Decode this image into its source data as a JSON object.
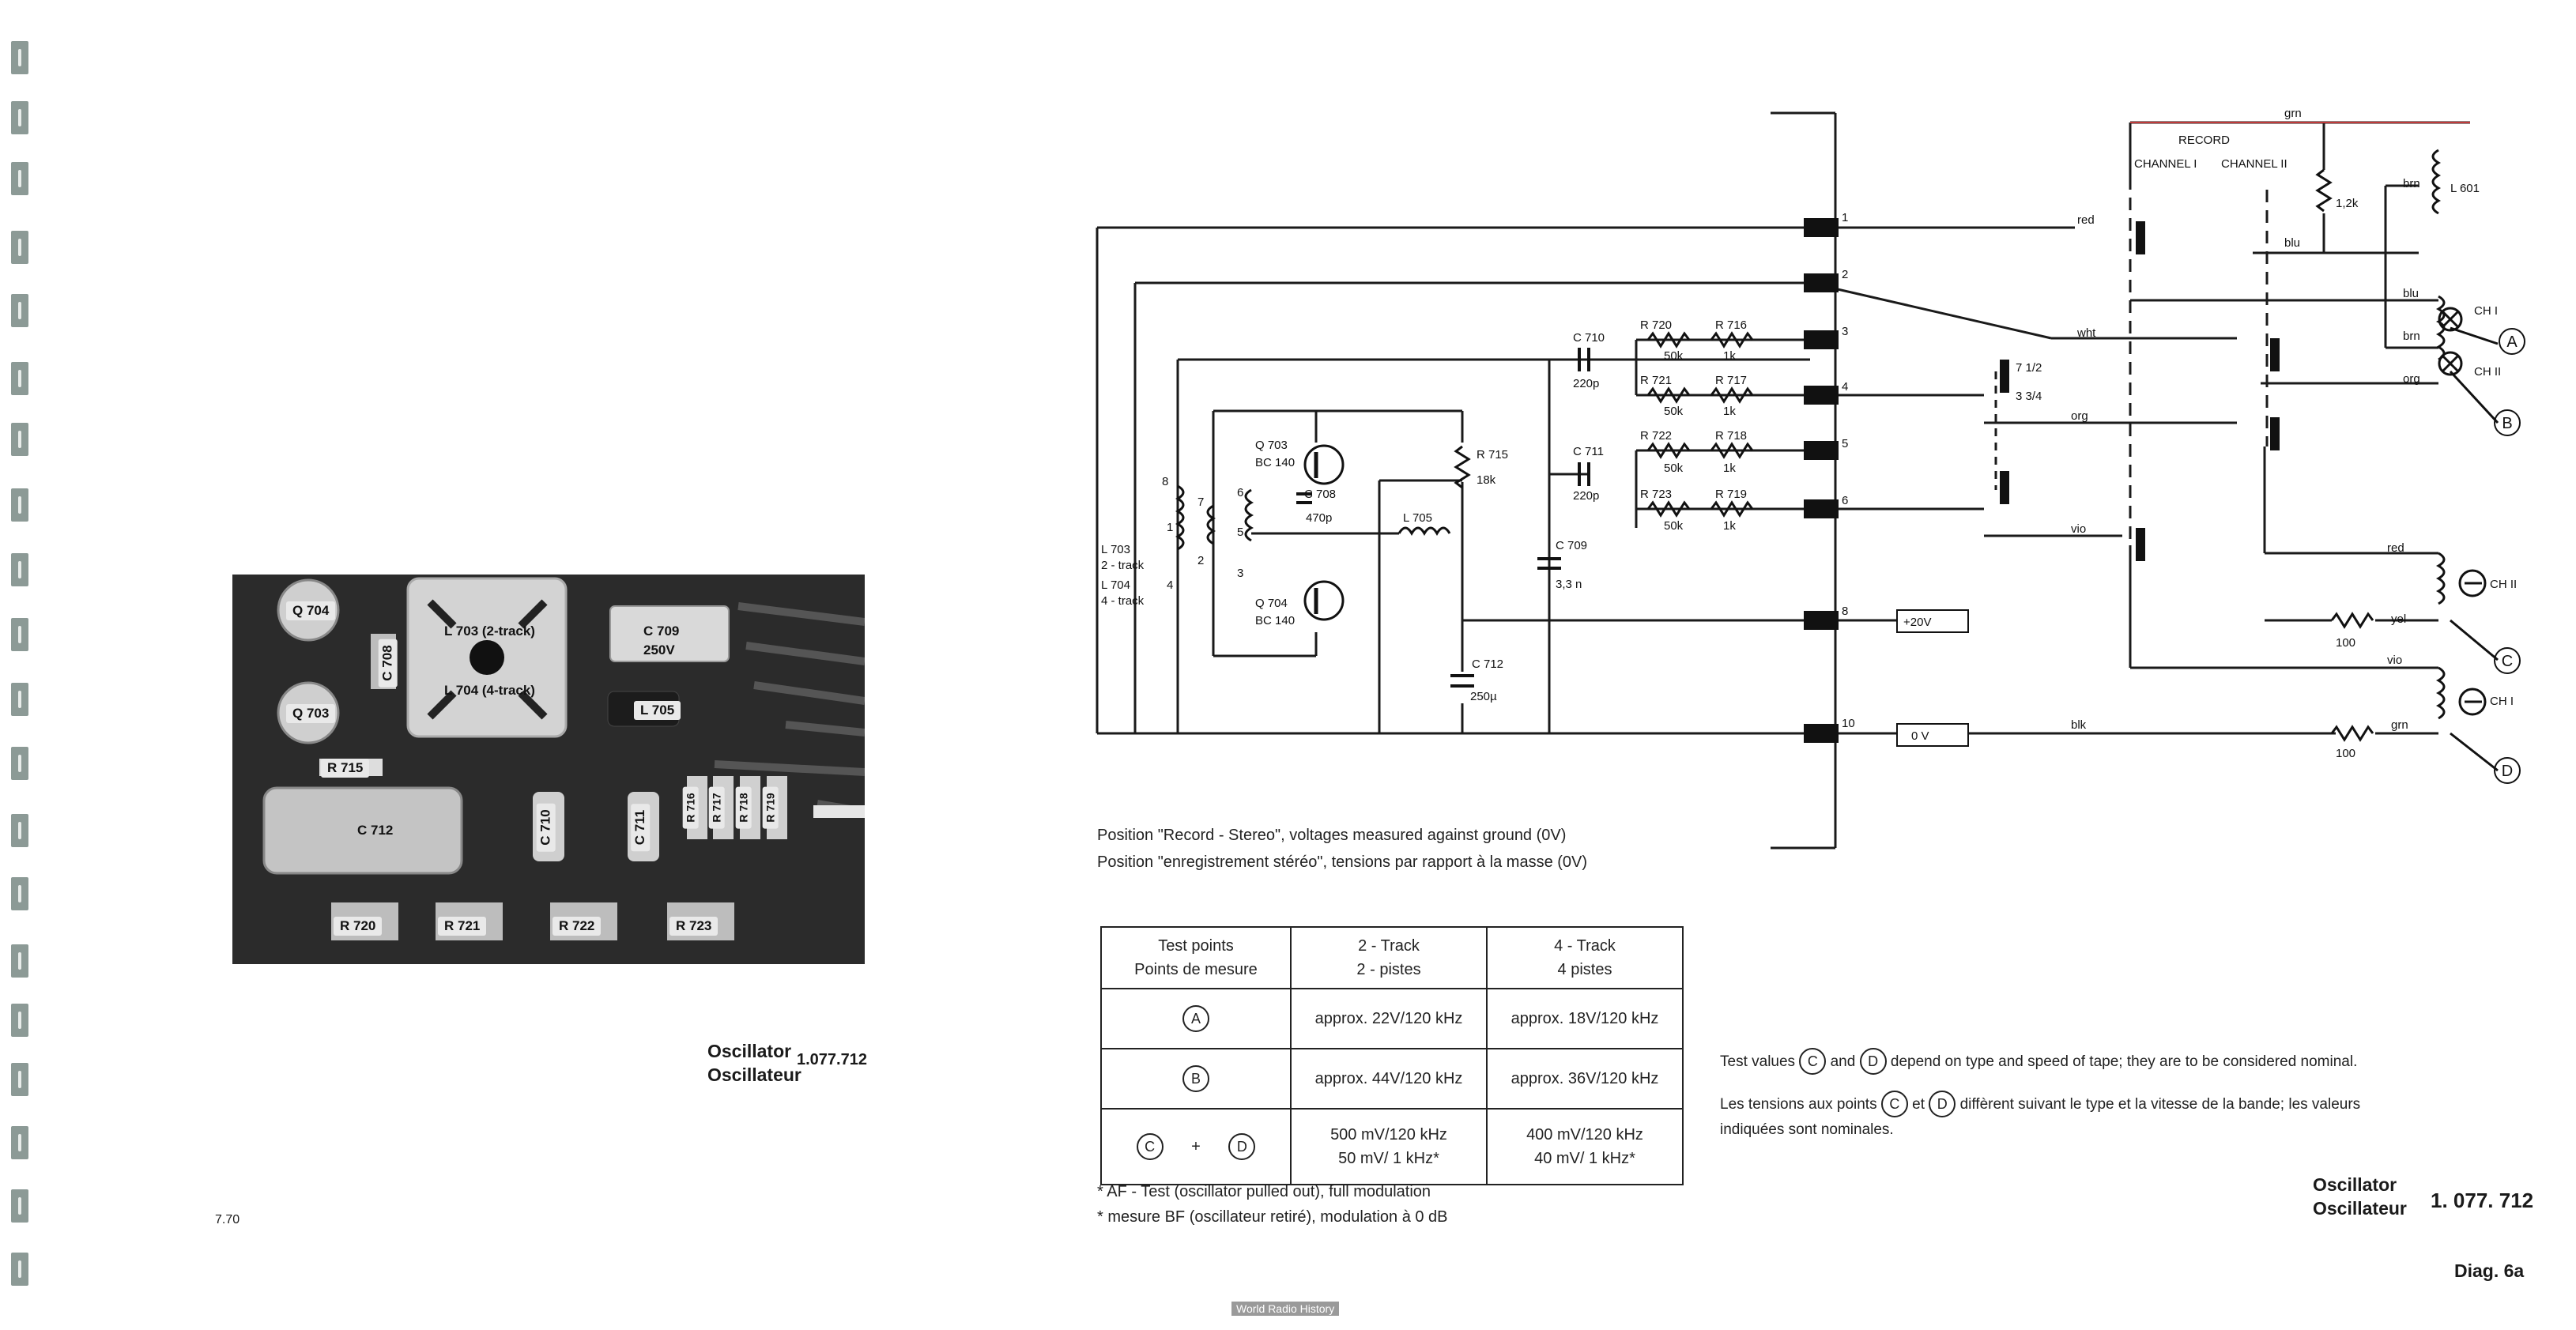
{
  "photo": {
    "labels": {
      "q704": "Q 704",
      "q703": "Q 703",
      "c708": "C 708",
      "l703": "L 703 (2-track)",
      "l704": "L 704 (4-track)",
      "c709": "C 709",
      "c709_val": "250V",
      "l705": "L 705",
      "r715": "R 715",
      "c712": "C 712",
      "c710": "C 710",
      "c711": "C 711",
      "r716": "R 716",
      "r717": "R 717",
      "r718": "R 718",
      "r719": "R 719",
      "r720": "R 720",
      "r721": "R 721",
      "r722": "R 722",
      "r723": "R 723"
    }
  },
  "photo_caption": {
    "line1": "Oscillator",
    "line2": "Oscillateur",
    "number": "1.077.712"
  },
  "date_code": "7.70",
  "schematic": {
    "record": "RECORD",
    "channel1": "CHANNEL I",
    "channel2": "CHANNEL II",
    "pins": [
      "1",
      "2",
      "3",
      "4",
      "5",
      "6",
      "8",
      "10"
    ],
    "wires": {
      "red": "red",
      "wht": "wht",
      "org": "org",
      "vio": "vio",
      "blk": "blk",
      "grn": "grn",
      "blu": "blu",
      "brn": "brn",
      "yel": "yel"
    },
    "components": {
      "c710": "C 710",
      "c710_val": "220p",
      "c711": "C 711",
      "c711_val": "220p",
      "c709": "C 709",
      "c709_val": "3,3 n",
      "c712": "C 712",
      "c712_val": "250µ",
      "c708": "C 708",
      "c708_val": "470p",
      "r720": "R 720",
      "r720_val": "50k",
      "r716": "R 716",
      "r716_val": "1k",
      "r721": "R 721",
      "r721_val": "50k",
      "r717": "R 717",
      "r717_val": "1k",
      "r722": "R 722",
      "r722_val": "50k",
      "r718": "R 718",
      "r718_val": "1k",
      "r723": "R 723",
      "r723_val": "50k",
      "r719": "R 719",
      "r719_val": "1k",
      "r715": "R 715",
      "r715_val": "18k",
      "q703": "Q 703",
      "q703_type": "BC 140",
      "q704": "Q 704",
      "q704_type": "BC 140",
      "l705": "L 705",
      "l703": "L 703",
      "l703_sub": "2 - track",
      "l704": "L 704",
      "l704_sub": "4 - track",
      "l601": "L 601",
      "r_1k2": "1,2k",
      "r_100a": "100",
      "r_100b": "100",
      "speed1": "7 1/2",
      "speed2": "3 3/4",
      "ch1": "CH I",
      "ch2": "CH II",
      "v20": "+20V",
      "v0": "0 V",
      "tap8": "8",
      "tap1": "1",
      "tap4": "4",
      "tap7": "7",
      "tap6": "6",
      "tap5": "5",
      "tap2": "2",
      "tap3": "3"
    },
    "test_points": [
      "A",
      "B",
      "C",
      "D"
    ]
  },
  "position": {
    "en": "Position \"Record - Stereo\", voltages measured against ground (0V)",
    "fr": "Position \"enregistrement stéréo\", tensions par rapport à la masse (0V)"
  },
  "table": {
    "header": {
      "c1a": "Test points",
      "c1b": "Points de mesure",
      "c2a": "2 - Track",
      "c2b": "2 - pistes",
      "c3a": "4 - Track",
      "c3b": "4 pistes"
    },
    "rows": [
      {
        "point": "A",
        "t2": "approx. 22V/120 kHz",
        "t4": "approx. 18V/120 kHz"
      },
      {
        "point": "B",
        "t2": "approx. 44V/120 kHz",
        "t4": "approx. 36V/120 kHz"
      }
    ],
    "row3": {
      "p1": "C",
      "plus": "+",
      "p2": "D",
      "t2a": "500 mV/120 kHz",
      "t2b": "50 mV/ 1 kHz*",
      "t4a": "400 mV/120 kHz",
      "t4b": "40 mV/ 1 kHz*"
    }
  },
  "footnotes": {
    "en": "* AF - Test (oscillator pulled out), full modulation",
    "fr": "* mesure BF (oscillateur retiré), modulation à 0 dB"
  },
  "notes": {
    "en_pre": "Test values",
    "en_and": "and",
    "en_post": "depend on type and speed of tape; they are to be considered nominal.",
    "fr_pre": "Les tensions aux points",
    "fr_and": "et",
    "fr_post": "diffèrent suivant le type et la vitesse de la bande; les valeurs",
    "fr_line2": "indiquées sont nominales.",
    "c": "C",
    "d": "D"
  },
  "footer": {
    "line1": "Oscillator",
    "line2": "Oscillateur",
    "number": "1. 077. 712",
    "diag": "Diag. 6a",
    "watermark": "World Radio History"
  }
}
